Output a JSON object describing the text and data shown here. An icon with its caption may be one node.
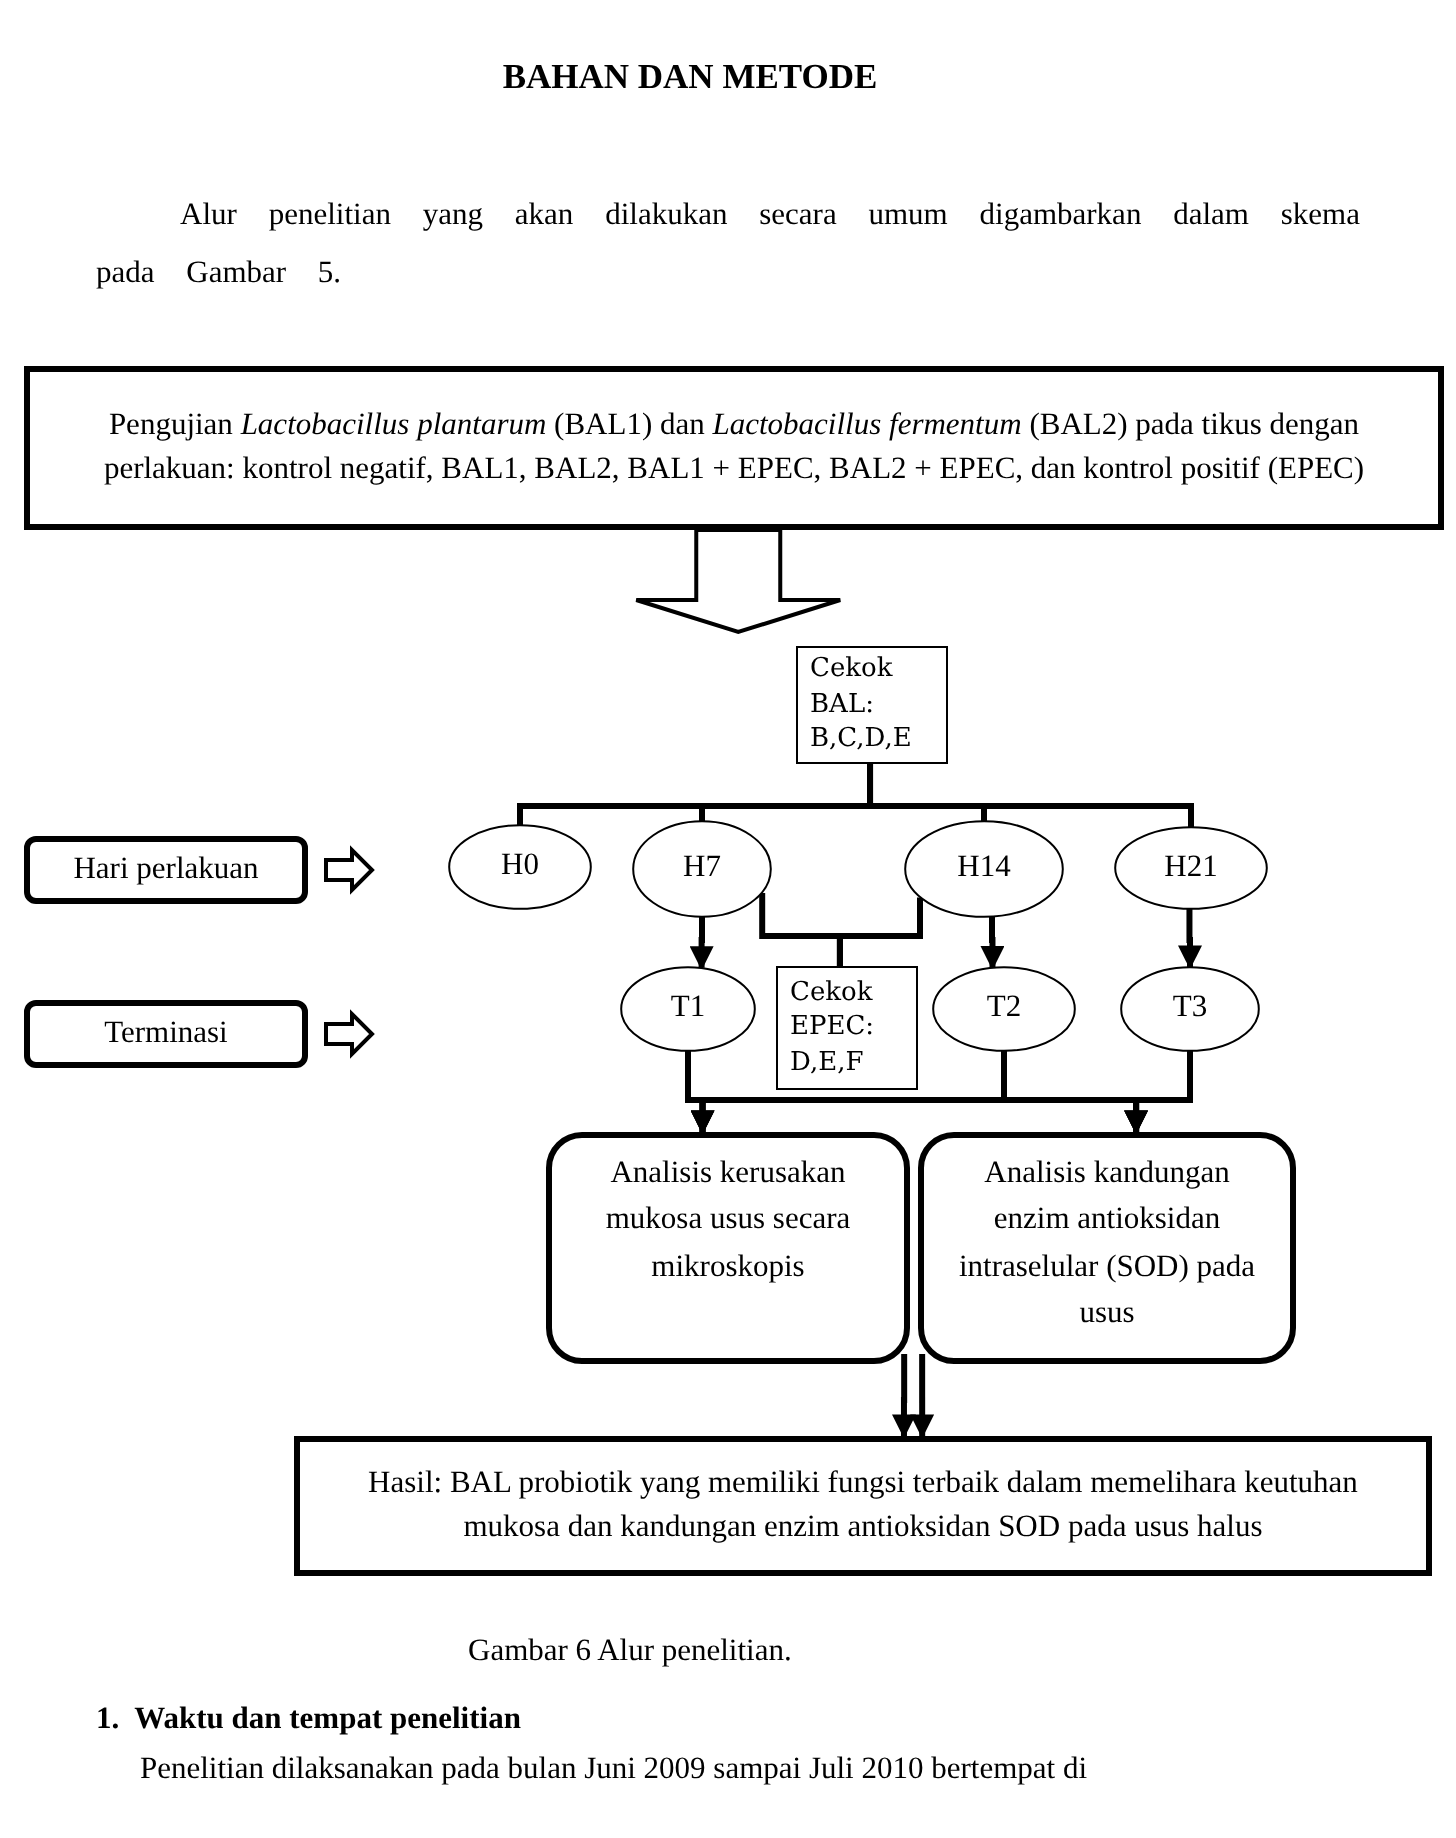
{
  "diagram": {
    "title": "BAHAN DAN METODE",
    "caption": "Gambar 6 Alur penelitian.",
    "nodes": [
      {
        "text": [
          "Pengujian *Lactobacillus plantarum* (BAL1) dan *Lactobacillus fermentum* (BAL2) pada tikus dengan perlakuan: kontrol negatif, BAL1, BAL2, BAL1 + EPEC, BAL2 + EPEC, dan kontrol positif (EPEC)"
        ]
      },
      {
        "text": [
          "Cekok BAL: B,C,D,E"
        ]
      },
      {
        "text": [
          "Hari perlakuan"
        ]
      },
      {
        "text": [
          "H0"
        ]
      },
      {
        "text": [
          "H7"
        ]
      },
      {
        "text": [
          "H14"
        ]
      },
      {
        "text": [
          "H21"
        ]
      },
      {
        "text": [
          "Terminasi"
        ]
      },
      {
        "text": [
          "T1"
        ]
      },
      {
        "text": [
          "Cekok EPEC: D,E,F"
        ]
      },
      {
        "text": [
          "T2"
        ]
      },
      {
        "text": [
          "T3"
        ]
      },
      {
        "text": [
          "Analisis kerusakan mukosa usus secara mikroskopis"
        ]
      },
      {
        "text": [
          "Analisis kandungan enzim antioksidan intraselular (SOD) pada usus"
        ]
      },
      {
        "text": [
          "Hasil: BAL probiotik yang memiliki fungsi terbaik dalam memelihara keutuhan mukosa dan kandungan enzim antioksidan SOD pada usus halus"
        ]
      }
    ],
    "edges": [
      {
        "from": 0,
        "to": 1,
        "arrow": "to"
      },
      {
        "from": 1,
        "to": 3,
        "arrow": "none"
      },
      {
        "from": 1,
        "to": 4,
        "arrow": "none"
      },
      {
        "from": 1,
        "to": 5,
        "arrow": "none"
      },
      {
        "from": 1,
        "to": 6,
        "arrow": "none"
      },
      {
        "from": 2,
        "to": null,
        "arrow": "to"
      },
      {
        "from": 4,
        "to": 8,
        "arrow": "to"
      },
      {
        "from": 4,
        "to": 9,
        "arrow": "none"
      },
      {
        "from": 5,
        "to": 9,
        "arrow": "none"
      },
      {
        "from": 5,
        "to": 10,
        "arrow": "to"
      },
      {
        "from": 6,
        "to": 11,
        "arrow": "to"
      },
      {
        "from": 7,
        "to": null,
        "arrow": "to"
      },
      {
        "from": 8,
        "to": 12,
        "arrow": "to"
      },
      {
        "from": 8,
        "to": 13,
        "arrow": "to"
      },
      {
        "from": 10,
        "to": 12,
        "arrow": "to"
      },
      {
        "from": 10,
        "to": 13,
        "arrow": "to"
      },
      {
        "from": 11,
        "to": 12,
        "arrow": "to"
      },
      {
        "from": 11,
        "to": 13,
        "arrow": "to"
      },
      {
        "from": 12,
        "to": 14,
        "arrow": "to"
      },
      {
        "from": 13,
        "to": 14,
        "arrow": "to"
      }
    ],
    "labels": [
      "Alur penelitian yang akan dilakukan secara umum digambarkan dalam skema pada Gambar 5.",
      "1.  Waktu dan tempat penelitian",
      "Penelitian dilaksanakan pada bulan Juni 2009 sampai Juli 2010 bertempat di"
    ]
  }
}
